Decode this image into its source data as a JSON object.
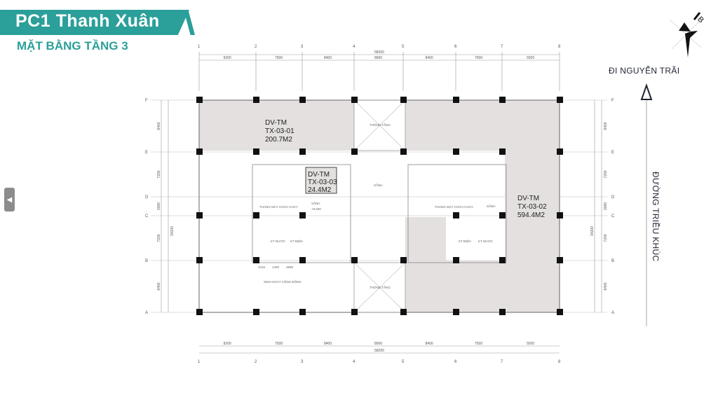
{
  "header": {
    "title": "PC1 Thanh Xuân",
    "subtitle": "MẶT BẰNG TẦNG 3"
  },
  "nav": {
    "prev_icon": "chevron-left-icon"
  },
  "compass": {
    "label": "B"
  },
  "roads": {
    "top": "ĐI NGUYỄN TRÃI",
    "side": "ĐƯỜNG TRIỀU KHÚC"
  },
  "grid": {
    "columns": [
      "1",
      "2",
      "3",
      "4",
      "5",
      "6",
      "7",
      "8"
    ],
    "column_spans": [
      "9200",
      "7500",
      "8400",
      "8000",
      "8400",
      "7500",
      "9200"
    ],
    "column_total": "58200",
    "rows": [
      "F",
      "E",
      "D",
      "C",
      "B",
      "A"
    ],
    "row_spans": [
      "8400",
      "7200",
      "3000",
      "7200",
      "8400"
    ],
    "row_total": "34200"
  },
  "units": [
    {
      "type": "DV-TM",
      "code": "TX-03-01",
      "area": "200.7M2"
    },
    {
      "type": "DV-TM",
      "code": "TX-03-02",
      "area": "594.4M2"
    },
    {
      "type": "DV-TM",
      "code": "TX-03-03",
      "area": "24.4M2"
    }
  ],
  "rooms": {
    "void": "THÔNG TẦNG",
    "lobby": "SẢNH",
    "fire_lift": "THANG MÁY CHỮA CHÁY",
    "community": "SINH HOẠT CỘNG ĐỒNG",
    "water": "KT NƯỚC",
    "electric": "KT ĐIỆN",
    "lobby_level": "+9.600",
    "small_dims": [
      "2415",
      "1400",
      "3685"
    ]
  },
  "colors": {
    "brand": "#2b9f99",
    "unit_fill": "#e3e0df",
    "wall": "#111111"
  }
}
